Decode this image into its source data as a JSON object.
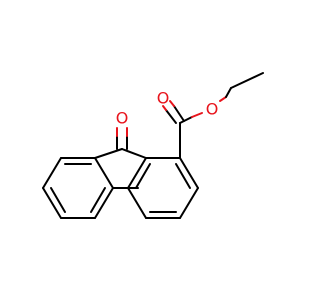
{
  "molecule": {
    "atoms": {
      "ketone_oxygen": "O",
      "carbonyl_oxygen": "O",
      "ester_oxygen": "O"
    },
    "colors": {
      "bond": "#000000",
      "oxygen": "#e8141c",
      "background": "#ffffff"
    }
  }
}
